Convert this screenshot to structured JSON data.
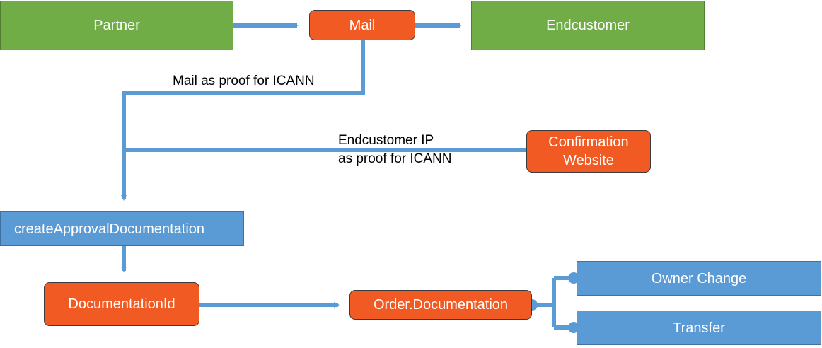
{
  "nodes": {
    "partner": "Partner",
    "mail": "Mail",
    "endcustomer": "Endcustomer",
    "confirmation_website": "Confirmation Website",
    "create_approval_documentation": "createApprovalDocumentation",
    "documentation_id": "DocumentationId",
    "order_documentation": "Order.Documentation",
    "owner_change": "Owner Change",
    "transfer": "Transfer"
  },
  "edge_labels": {
    "mail_proof": "Mail as proof for ICANN",
    "ip_proof_line1": "Endcustomer IP",
    "ip_proof_line2": "as proof for ICANN"
  },
  "colors": {
    "green": "#70ad47",
    "orange": "#f15a22",
    "blue": "#5b9bd5",
    "connector": "#5b9bd5"
  }
}
